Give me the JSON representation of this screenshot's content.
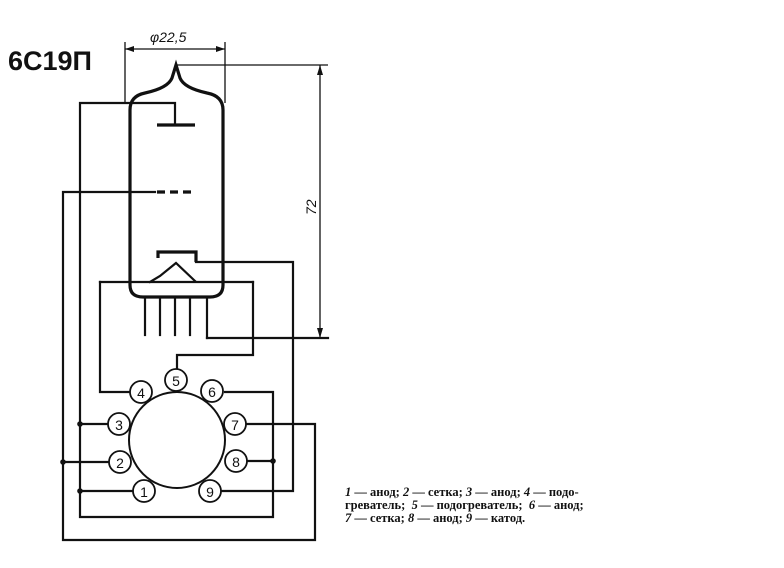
{
  "title": "6С19П",
  "dimensions": {
    "diameter": "φ22,5",
    "height": "72"
  },
  "pins": [
    "1",
    "2",
    "3",
    "4",
    "5",
    "6",
    "7",
    "8",
    "9"
  ],
  "legend": {
    "lines": [
      [
        {
          "n": "1",
          "t": " — анод; "
        },
        {
          "n": "2",
          "t": " — сетка; "
        },
        {
          "n": "3",
          "t": " — анод; "
        },
        {
          "n": "4",
          "t": " — подо-"
        }
      ],
      [
        {
          "n": "",
          "t": "греватель;  "
        },
        {
          "n": "5",
          "t": " — подогреватель;  "
        },
        {
          "n": "6",
          "t": " — анод;"
        }
      ],
      [
        {
          "n": "7",
          "t": " — сетка; "
        },
        {
          "n": "8",
          "t": " — анод; "
        },
        {
          "n": "9",
          "t": " — катод."
        }
      ]
    ]
  }
}
